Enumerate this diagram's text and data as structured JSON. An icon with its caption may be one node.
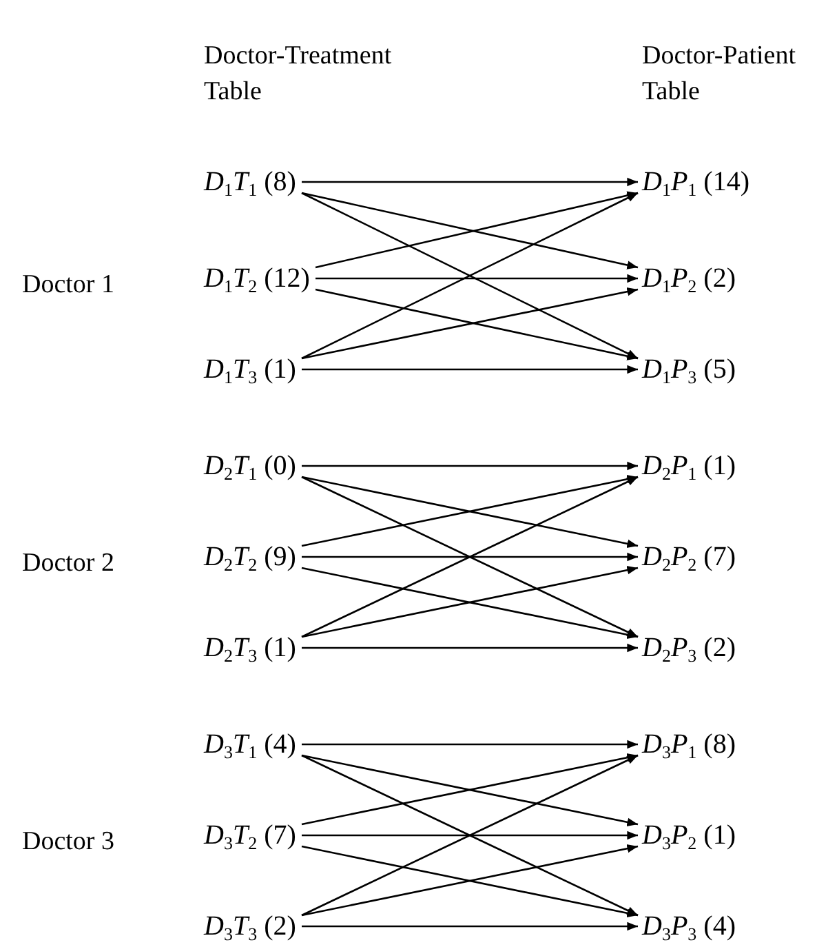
{
  "diagram": {
    "nodes": [
      {
        "text": [
          "*D*$_{1}$*T*$_{1}$ (8)"
        ]
      },
      {
        "text": [
          "*D*$_{1}$*P*$_{1}$ (14)"
        ]
      },
      {
        "text": [
          "*D*$_{1}$*T*$_{2}$ (12)"
        ]
      },
      {
        "text": [
          "*D*$_{1}$*P*$_{2}$ (2)"
        ]
      },
      {
        "text": [
          "*D*$_{1}$*T*$_{3}$ (1)"
        ]
      },
      {
        "text": [
          "*D*$_{1}$*P*$_{3}$ (5)"
        ]
      },
      {
        "text": [
          "*D*$_{2}$*T*$_{1}$ (0)"
        ]
      },
      {
        "text": [
          "*D*$_{2}$*P*$_{1}$ (1)"
        ]
      },
      {
        "text": [
          "*D*$_{2}$*T*$_{2}$ (9)"
        ]
      },
      {
        "text": [
          "*D*$_{2}$*P*$_{2}$ (7)"
        ]
      },
      {
        "text": [
          "*D*$_{2}$*T*$_{3}$ (1)"
        ]
      },
      {
        "text": [
          "*D*$_{2}$*P*$_{3}$ (2)"
        ]
      },
      {
        "text": [
          "*D*$_{3}$*T*$_{1}$ (4)"
        ]
      },
      {
        "text": [
          "*D*$_{3}$*P*$_{1}$ (8)"
        ]
      },
      {
        "text": [
          "*D*$_{3}$*T*$_{2}$ (7)"
        ]
      },
      {
        "text": [
          "*D*$_{3}$*P*$_{2}$ (1)"
        ]
      },
      {
        "text": [
          "*D*$_{3}$*T*$_{3}$ (2)"
        ]
      },
      {
        "text": [
          "*D*$_{3}$*P*$_{3}$ (4)"
        ]
      }
    ],
    "edges": [
      {
        "from": 0,
        "to": 1,
        "arrow": "to"
      },
      {
        "from": 0,
        "to": 3,
        "arrow": "to"
      },
      {
        "from": 0,
        "to": 5,
        "arrow": "to"
      },
      {
        "from": 2,
        "to": 1,
        "arrow": "to"
      },
      {
        "from": 2,
        "to": 3,
        "arrow": "to"
      },
      {
        "from": 2,
        "to": 5,
        "arrow": "to"
      },
      {
        "from": 4,
        "to": 1,
        "arrow": "to"
      },
      {
        "from": 4,
        "to": 3,
        "arrow": "to"
      },
      {
        "from": 4,
        "to": 5,
        "arrow": "to"
      },
      {
        "from": 6,
        "to": 7,
        "arrow": "to"
      },
      {
        "from": 6,
        "to": 9,
        "arrow": "to"
      },
      {
        "from": 6,
        "to": 11,
        "arrow": "to"
      },
      {
        "from": 8,
        "to": 7,
        "arrow": "to"
      },
      {
        "from": 8,
        "to": 9,
        "arrow": "to"
      },
      {
        "from": 8,
        "to": 11,
        "arrow": "to"
      },
      {
        "from": 10,
        "to": 7,
        "arrow": "to"
      },
      {
        "from": 10,
        "to": 9,
        "arrow": "to"
      },
      {
        "from": 10,
        "to": 11,
        "arrow": "to"
      },
      {
        "from": 12,
        "to": 13,
        "arrow": "to"
      },
      {
        "from": 12,
        "to": 15,
        "arrow": "to"
      },
      {
        "from": 12,
        "to": 17,
        "arrow": "to"
      },
      {
        "from": 14,
        "to": 13,
        "arrow": "to"
      },
      {
        "from": 14,
        "to": 15,
        "arrow": "to"
      },
      {
        "from": 14,
        "to": 17,
        "arrow": "to"
      },
      {
        "from": 16,
        "to": 13,
        "arrow": "to"
      },
      {
        "from": 16,
        "to": 15,
        "arrow": "to"
      },
      {
        "from": 16,
        "to": 17,
        "arrow": "to"
      }
    ],
    "labels": [
      "Doctor-Treatment Table",
      "Doctor-Patient Table",
      "Doctor 1",
      "Doctor 2",
      "Doctor 3"
    ]
  }
}
